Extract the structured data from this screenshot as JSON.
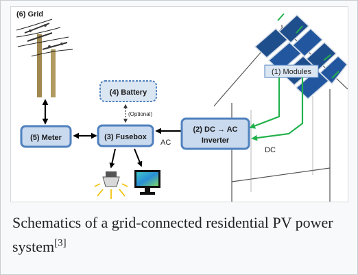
{
  "diagram": {
    "grid_label": "(6) Grid",
    "battery_label": "(4) Battery",
    "optional_label": "(Optional)",
    "meter_label": "(5) Meter",
    "fusebox_label": "(3) Fusebox",
    "inverter_line1": "(2) DC → AC",
    "inverter_line2": "Inverter",
    "modules_label": "(1) Modules",
    "ac_label": "AC",
    "dc_label": "DC"
  },
  "caption": {
    "text": "Schematics of a grid-connected residential PV power system",
    "ref": "[3]"
  },
  "colors": {
    "box_fill": "#c9d9ee",
    "box_stroke": "#4f81bd",
    "panel": "#1f4e8c",
    "green_wire": "#22b14c",
    "frame_bg": "#f8f9fa"
  },
  "icons": [
    "power-pole-icon",
    "lamp-icon",
    "monitor-icon"
  ]
}
